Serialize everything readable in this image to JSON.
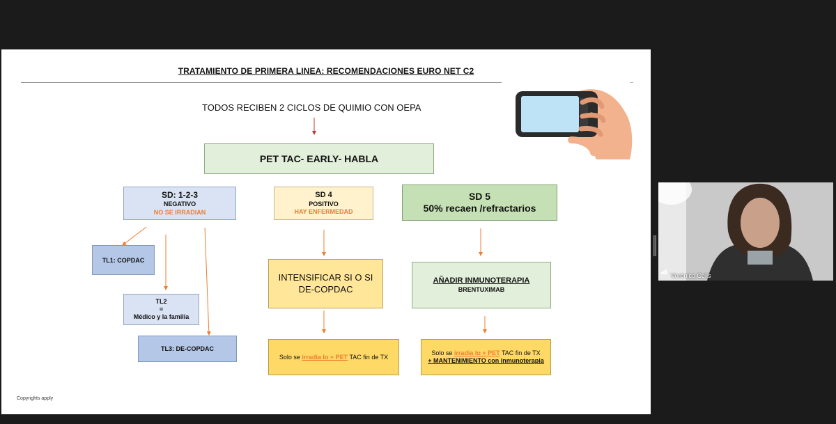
{
  "slide": {
    "title": "TRATAMIENTO DE PRIMERA LINEA:  RECOMENDACIONES EURO NET C2",
    "subtitle": "TODOS RECIBEN 2 CICLOS DE QUIMIO CON  OEPA",
    "pet_box": "PET TAC- EARLY-  HABLA",
    "sd123": {
      "title": "SD:   1-2-3",
      "status": "NEGATIVO",
      "note": "NO SE IRRADIAN"
    },
    "sd4": {
      "title": "SD 4",
      "status": "POSITIVO",
      "note": "HAY ENFERMEDAD"
    },
    "sd5": {
      "title": "SD 5",
      "status": "50% recaen /refractarios"
    },
    "tl1": "TL1:  COPDAC",
    "tl2": {
      "title": "TL2",
      "eq": "=",
      "text": "Médico y la familia"
    },
    "tl3": "TL3: DE-COPDAC",
    "intensify": {
      "line1": "INTENSIFICAR SI  O SI",
      "line2": "DE-COPDAC"
    },
    "immuno": {
      "title": "AÑADIR INMUNOTERAPIA",
      "drug": "BRENTUXIMAB"
    },
    "irradia1": {
      "pre": "Solo se ",
      "hl": "irradia lo + PET",
      "post": " TAC fin de TX"
    },
    "irradia2": {
      "pre": "Solo se ",
      "hl": "irradia lo + PET",
      "post": " TAC fin de TX",
      "line2": "+ MANTENIMIENTO con inmunoterapia"
    },
    "copyright": "Copyrights apply"
  },
  "camera": {
    "participant": "Verónica Celis"
  },
  "colors": {
    "accent_orange": "#ed7d31",
    "arrow_red": "#c0392b"
  },
  "icons": [
    "hand-phone-icon",
    "signal-bars-icon"
  ]
}
